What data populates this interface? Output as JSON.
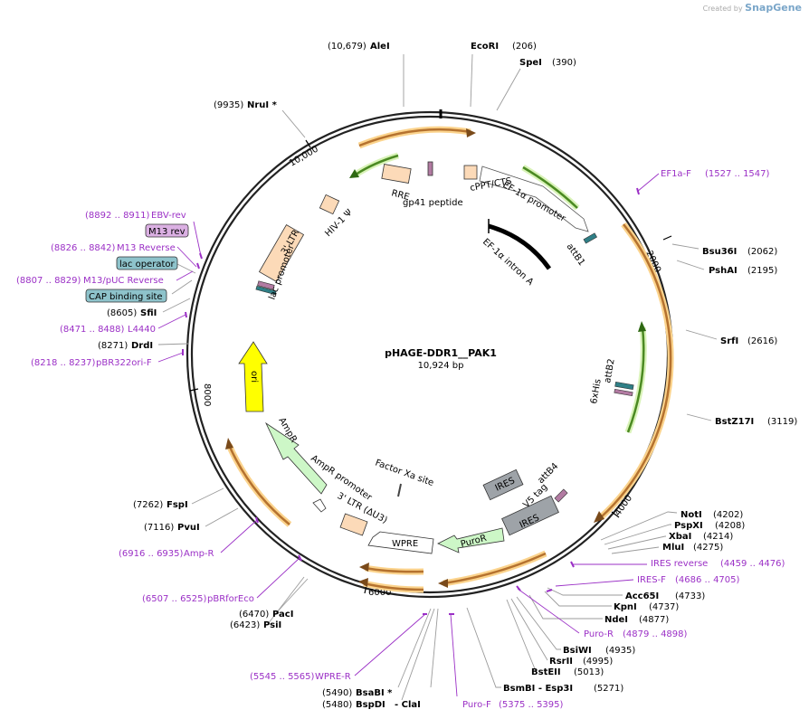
{
  "header": {
    "credit_prefix": "Created by",
    "credit_brand": "SnapGene"
  },
  "plasmid": {
    "name": "pHAGE-DDR1__PAK1",
    "size": "10,924 bp"
  },
  "colors": {
    "enzyme_line": "#9b9b9b",
    "primer": "#9b30c6",
    "orf_fill": "#f0a15e",
    "orf_border": "#fbd38c",
    "green_feature": "#6fae3a",
    "promoter_fill": "#ffffff",
    "ltr_fill": "#fcdab8",
    "ires_fill": "#9ea3a8",
    "ori_fill": "#ffff00",
    "ampr_fill": "#cdf7c7",
    "purple_feature": "#b27ba2",
    "teal_feature": "#2f7f86"
  },
  "ticks": [
    {
      "label": "2000"
    },
    {
      "label": "4000"
    },
    {
      "label": "6000"
    },
    {
      "label": "8000"
    },
    {
      "label": "10,000"
    }
  ],
  "enzymes": [
    {
      "name": "AleI",
      "pos": "(10,679)"
    },
    {
      "name": "EcoRI",
      "pos": "(206)"
    },
    {
      "name": "SpeI",
      "pos": "(390)"
    },
    {
      "name": "NruI *",
      "pos": "(9935)"
    },
    {
      "name": "Bsu36I",
      "pos": "(2062)"
    },
    {
      "name": "PshAI",
      "pos": "(2195)"
    },
    {
      "name": "SrfI",
      "pos": "(2616)"
    },
    {
      "name": "BstZ17I",
      "pos": "(3119)"
    },
    {
      "name": "NotI",
      "pos": "(4202)"
    },
    {
      "name": "PspXI",
      "pos": "(4208)"
    },
    {
      "name": "XbaI",
      "pos": "(4214)"
    },
    {
      "name": "MluI",
      "pos": "(4275)"
    },
    {
      "name": "Acc65I",
      "pos": "(4733)"
    },
    {
      "name": "KpnI",
      "pos": "(4737)"
    },
    {
      "name": "NdeI",
      "pos": "(4877)"
    },
    {
      "name": "BsiWI",
      "pos": "(4935)"
    },
    {
      "name": "RsrII",
      "pos": "(4995)"
    },
    {
      "name": "BstEII",
      "pos": "(5013)"
    },
    {
      "name": "BsmBI - Esp3I",
      "pos": "(5271)"
    },
    {
      "name": "- ClaI",
      "pos": ""
    },
    {
      "name": "BspDI",
      "pos": "(5480)"
    },
    {
      "name": "BsaBI *",
      "pos": "(5490)"
    },
    {
      "name": "PsiI",
      "pos": "(6423)"
    },
    {
      "name": "PacI",
      "pos": "(6470)"
    },
    {
      "name": "PvuI",
      "pos": "(7116)"
    },
    {
      "name": "FspI",
      "pos": "(7262)"
    },
    {
      "name": "DrdI",
      "pos": "(8271)"
    },
    {
      "name": "SfiI",
      "pos": "(8605)"
    }
  ],
  "primers": [
    {
      "name": "EF1a-F",
      "range": "(1527 .. 1547)"
    },
    {
      "name": "IRES reverse",
      "range": "(4459 .. 4476)"
    },
    {
      "name": "IRES-F",
      "range": "(4686 .. 4705)"
    },
    {
      "name": "Puro-R",
      "range": "(4879 .. 4898)"
    },
    {
      "name": "Puro-F",
      "range": "(5375 .. 5395)"
    },
    {
      "name": "WPRE-R",
      "range": "(5545 .. 5565)"
    },
    {
      "name": "pBRforEco",
      "range": "(6507 .. 6525)"
    },
    {
      "name": "Amp-R",
      "range": "(6916 .. 6935)"
    },
    {
      "name": "pBR322ori-F",
      "range": "(8218 .. 8237)"
    },
    {
      "name": "L4440",
      "range": "(8471 .. 8488)"
    },
    {
      "name": "M13/pUC Reverse",
      "range": "(8807 .. 8829)"
    },
    {
      "name": "M13 Reverse",
      "range": "(8826 .. 8842)"
    },
    {
      "name": "EBV-rev",
      "range": "(8892 .. 8911)"
    }
  ],
  "boxed_labels": [
    {
      "name": "M13 rev"
    },
    {
      "name": "lac operator"
    },
    {
      "name": "CAP binding site"
    }
  ],
  "features": [
    {
      "name": "RRE"
    },
    {
      "name": "gp41 peptide"
    },
    {
      "name": "cPPT/CTS"
    },
    {
      "name": "EF-1α promoter"
    },
    {
      "name": "attB1"
    },
    {
      "name": "EF-1α intron A"
    },
    {
      "name": "attB2"
    },
    {
      "name": "6xHis"
    },
    {
      "name": "IRES"
    },
    {
      "name": "attB4"
    },
    {
      "name": "V5 tag"
    },
    {
      "name": "IRES"
    },
    {
      "name": "PuroR"
    },
    {
      "name": "WPRE"
    },
    {
      "name": "3' LTR (ΔU3)"
    },
    {
      "name": "Factor Xa site"
    },
    {
      "name": "AmpR promoter"
    },
    {
      "name": "AmpR"
    },
    {
      "name": "ori"
    },
    {
      "name": "lac promoter"
    },
    {
      "name": "3' LTR"
    },
    {
      "name": "HIV-1 Ψ"
    }
  ]
}
